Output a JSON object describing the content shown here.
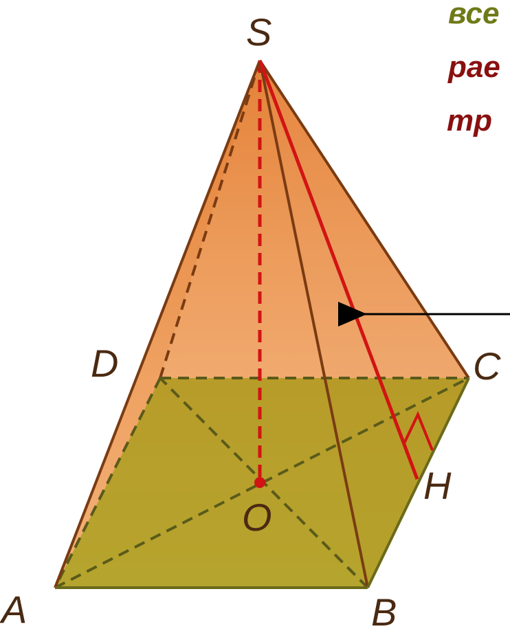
{
  "vertices": {
    "apex": "S",
    "a": "A",
    "b": "B",
    "c": "C",
    "d": "D",
    "center": "O",
    "foot": "H"
  },
  "cut_text": {
    "line1": "все",
    "line2": "рае",
    "line3": "тр"
  },
  "colors": {
    "face_fill": "#e89a55",
    "base_fill": "#9c9a1c",
    "edge": "#7a3b12",
    "dashed_base": "#5a5a1a",
    "apothem": "#d11414",
    "height": "#d11414",
    "text_line1": "#6e7a18",
    "text_lines_2_3": "#8a1010",
    "arrow": "#000000"
  }
}
